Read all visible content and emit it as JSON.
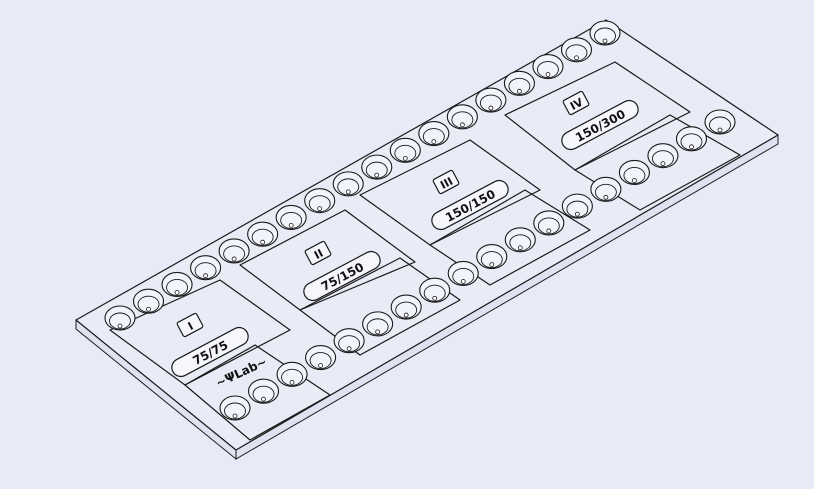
{
  "diagram": {
    "colors": {
      "background": "#e8ebf7",
      "plate_fill": "#e9ecf7",
      "stroke": "#1a1a1a"
    },
    "zones": [
      {
        "numeral": "I",
        "label": "75/75"
      },
      {
        "numeral": "II",
        "label": "75/150"
      },
      {
        "numeral": "III",
        "label": "150/150"
      },
      {
        "numeral": "IV",
        "label": "150/300"
      }
    ],
    "wells": {
      "top_row_count": 18,
      "bottom_row_count": 18
    },
    "logo_text": "~ΨLab~"
  }
}
